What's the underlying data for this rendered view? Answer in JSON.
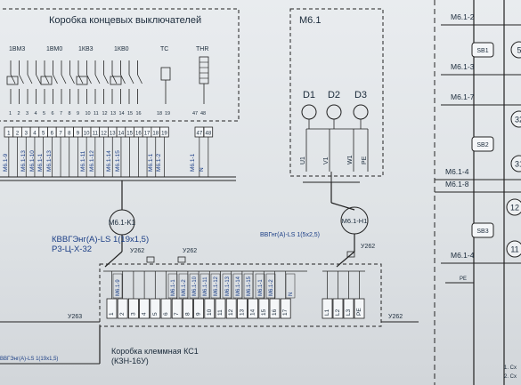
{
  "box_limit_switches": {
    "title": "Коробка концевых выключателей",
    "switches": [
      "1ВМ3",
      "1ВМ0",
      "1КВ3",
      "1КВ0",
      "ТС",
      "THR"
    ],
    "terminals": [
      "1",
      "2",
      "3",
      "4",
      "5",
      "6",
      "7",
      "8",
      "9",
      "10",
      "11",
      "12",
      "13",
      "14",
      "15",
      "16",
      "17",
      "18",
      "19",
      "47",
      "48"
    ],
    "wire_marks": [
      "M6.1-9",
      "M6.1-13",
      "M6.1-10",
      "M6.1-1",
      "M6.1-13",
      "M6.1-11",
      "M6.1-12",
      "M6.1-14",
      "M6.1-15",
      "M6.1-1",
      "M6.1-2",
      "M6.1-1",
      "N"
    ]
  },
  "motor_block": {
    "title": "M6.1",
    "outputs": [
      "D1",
      "D2",
      "D3"
    ],
    "phases": [
      "U1",
      "V1",
      "W1",
      "PE"
    ]
  },
  "cables": {
    "left_cable": "КВВГЭнг(А)-LS 1(19х1,5)",
    "left_route": "Р3-Ц-Х-32",
    "right_cable": "ВВГнг(А)-LS 1(5х2,5)",
    "bottom_cable": "ВВГЭнг(А)-LS 1(19х1,5)"
  },
  "connectors": {
    "k1": "M6.1-K1",
    "h1": "M6.1-H1"
  },
  "labels": {
    "u262": "У262",
    "u263": "У263",
    "pe": "PE"
  },
  "terminal_box": {
    "title": "Коробка клеммная КС1",
    "subtitle": "(КЗН-16У)",
    "terminals": [
      "1",
      "2",
      "3",
      "4",
      "5",
      "6",
      "7",
      "8",
      "9",
      "10",
      "11",
      "12",
      "13",
      "14",
      "15",
      "16",
      "17",
      "L1",
      "L2",
      "L3",
      "PE"
    ],
    "wire_marks": [
      "M6.1-9",
      "M6.1-1",
      "M6.1-2",
      "M6.1-10",
      "M6.1-11",
      "M6.1-12",
      "M6.1-13",
      "M6.1-14",
      "M6.1-15",
      "M6.1-1",
      "M6.1-2",
      "N"
    ]
  },
  "right_panel": {
    "buses": [
      "M6.1-2",
      "M6.1-3",
      "M6.1-7",
      "M6.1-4",
      "M6.1-8",
      "M6.1-4"
    ],
    "buttons": [
      "SB1",
      "SB2",
      "SB3"
    ],
    "circles": [
      "5",
      "32",
      "31",
      "12",
      "11"
    ],
    "pe": "PE"
  },
  "footer": {
    "note1": "1. Сх",
    "note2": "2. Сх"
  }
}
